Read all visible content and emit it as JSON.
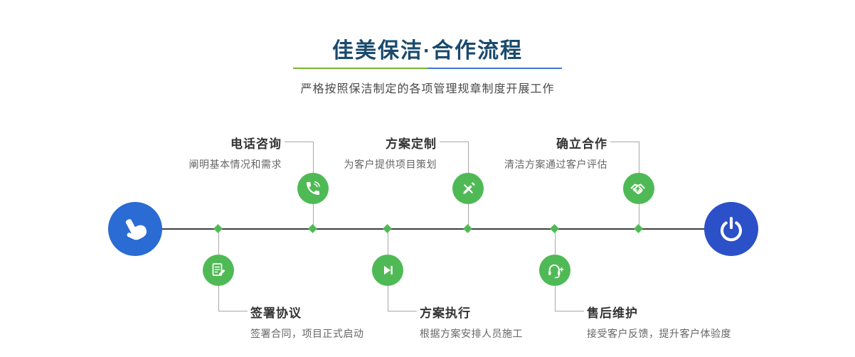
{
  "header": {
    "title": "佳美保洁·合作流程",
    "subtitle": "严格按照保洁制定的各项管理规章制度开展工作"
  },
  "timeline": {
    "start_icon": "pointing-hand-icon",
    "end_icon": "power-icon"
  },
  "steps": [
    {
      "title": "电话咨询",
      "desc": "阐明基本情况和需求",
      "icon": "phone-icon",
      "position": "top"
    },
    {
      "title": "方案定制",
      "desc": "为客户提供项目策划",
      "icon": "pen-ruler-icon",
      "position": "top"
    },
    {
      "title": "确立合作",
      "desc": "清洁方案通过客户评估",
      "icon": "handshake-icon",
      "position": "top"
    },
    {
      "title": "签署协议",
      "desc": "签署合同，项目正式启动",
      "icon": "document-sign-icon",
      "position": "bottom"
    },
    {
      "title": "方案执行",
      "desc": "根据方案安排人员施工",
      "icon": "play-next-icon",
      "position": "bottom"
    },
    {
      "title": "售后维护",
      "desc": "接受客户反馈，提升客户体验度",
      "icon": "headset-plus-icon",
      "position": "bottom"
    }
  ],
  "colors": {
    "title-blue": "#1a4a6d",
    "divider-green": "#7ab52f",
    "divider-blue": "#3f7ad1",
    "node-blue": "#2b6bd4",
    "node-blue-right": "#2b50c8",
    "step-green": "#4fba55",
    "line-dark": "#3f3f3f",
    "connector-gray": "#a8a8a8",
    "text-dark": "#333333",
    "text-gray": "#666666"
  }
}
